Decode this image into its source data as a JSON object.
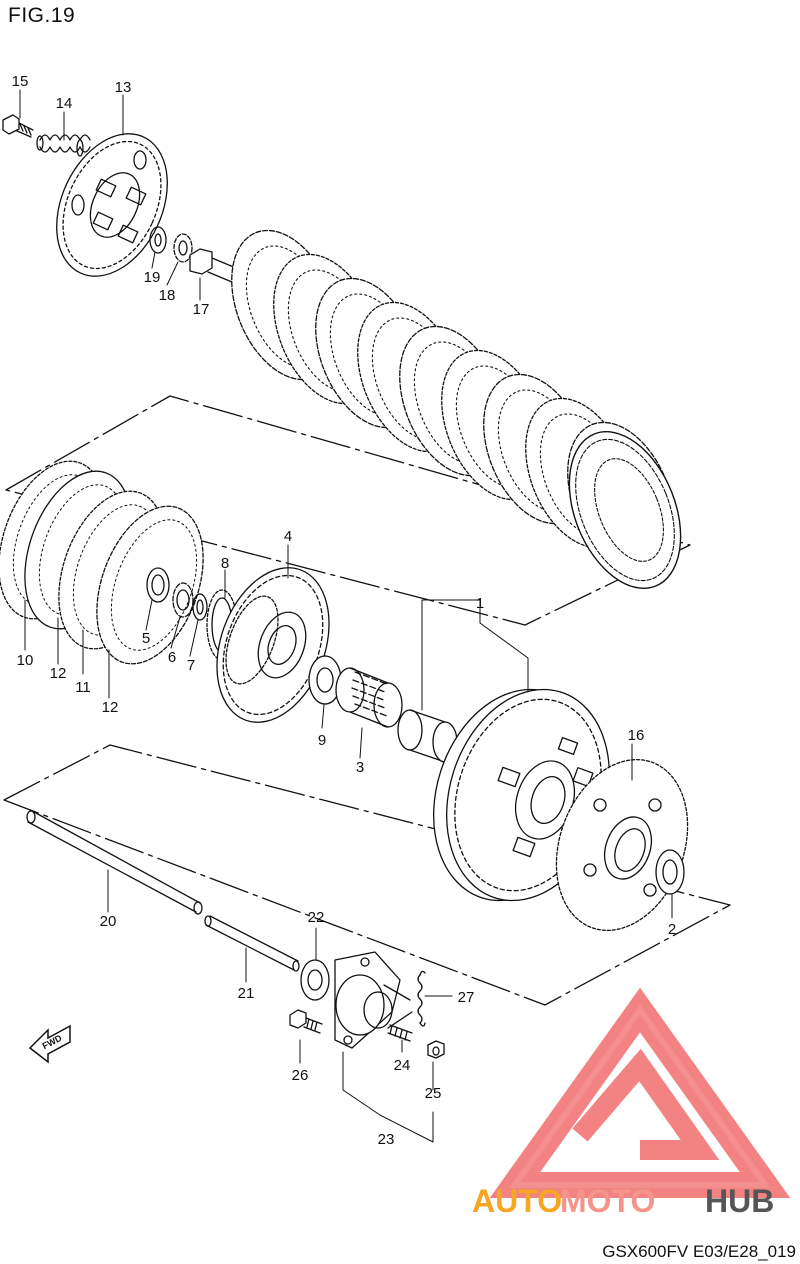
{
  "figure": {
    "title": "FIG.19",
    "model_code": "GSX600FV E03/E28_019"
  },
  "callouts": [
    {
      "id": "15",
      "label": "15"
    },
    {
      "id": "14",
      "label": "14"
    },
    {
      "id": "13",
      "label": "13"
    },
    {
      "id": "19",
      "label": "19"
    },
    {
      "id": "18",
      "label": "18"
    },
    {
      "id": "17",
      "label": "17"
    },
    {
      "id": "4",
      "label": "4"
    },
    {
      "id": "8",
      "label": "8"
    },
    {
      "id": "5",
      "label": "5"
    },
    {
      "id": "6",
      "label": "6"
    },
    {
      "id": "7",
      "label": "7"
    },
    {
      "id": "10",
      "label": "10"
    },
    {
      "id": "12a",
      "label": "12"
    },
    {
      "id": "11",
      "label": "11"
    },
    {
      "id": "12b",
      "label": "12"
    },
    {
      "id": "9",
      "label": "9"
    },
    {
      "id": "3",
      "label": "3"
    },
    {
      "id": "1",
      "label": "1"
    },
    {
      "id": "16",
      "label": "16"
    },
    {
      "id": "2",
      "label": "2"
    },
    {
      "id": "20",
      "label": "20"
    },
    {
      "id": "21",
      "label": "21"
    },
    {
      "id": "22",
      "label": "22"
    },
    {
      "id": "27",
      "label": "27"
    },
    {
      "id": "26",
      "label": "26"
    },
    {
      "id": "24",
      "label": "24"
    },
    {
      "id": "25",
      "label": "25"
    },
    {
      "id": "23",
      "label": "23"
    }
  ],
  "direction_arrow": {
    "label": "FWD",
    "icon": "fwd-arrow-icon"
  },
  "watermark": {
    "text_part1": "AUTO",
    "text_part2": "MOTO",
    "text_part3": "HUB",
    "colors": {
      "orange": "#f5a623",
      "pink": "#f4948a",
      "gray": "#555555",
      "logo": "#f26d6d"
    }
  }
}
